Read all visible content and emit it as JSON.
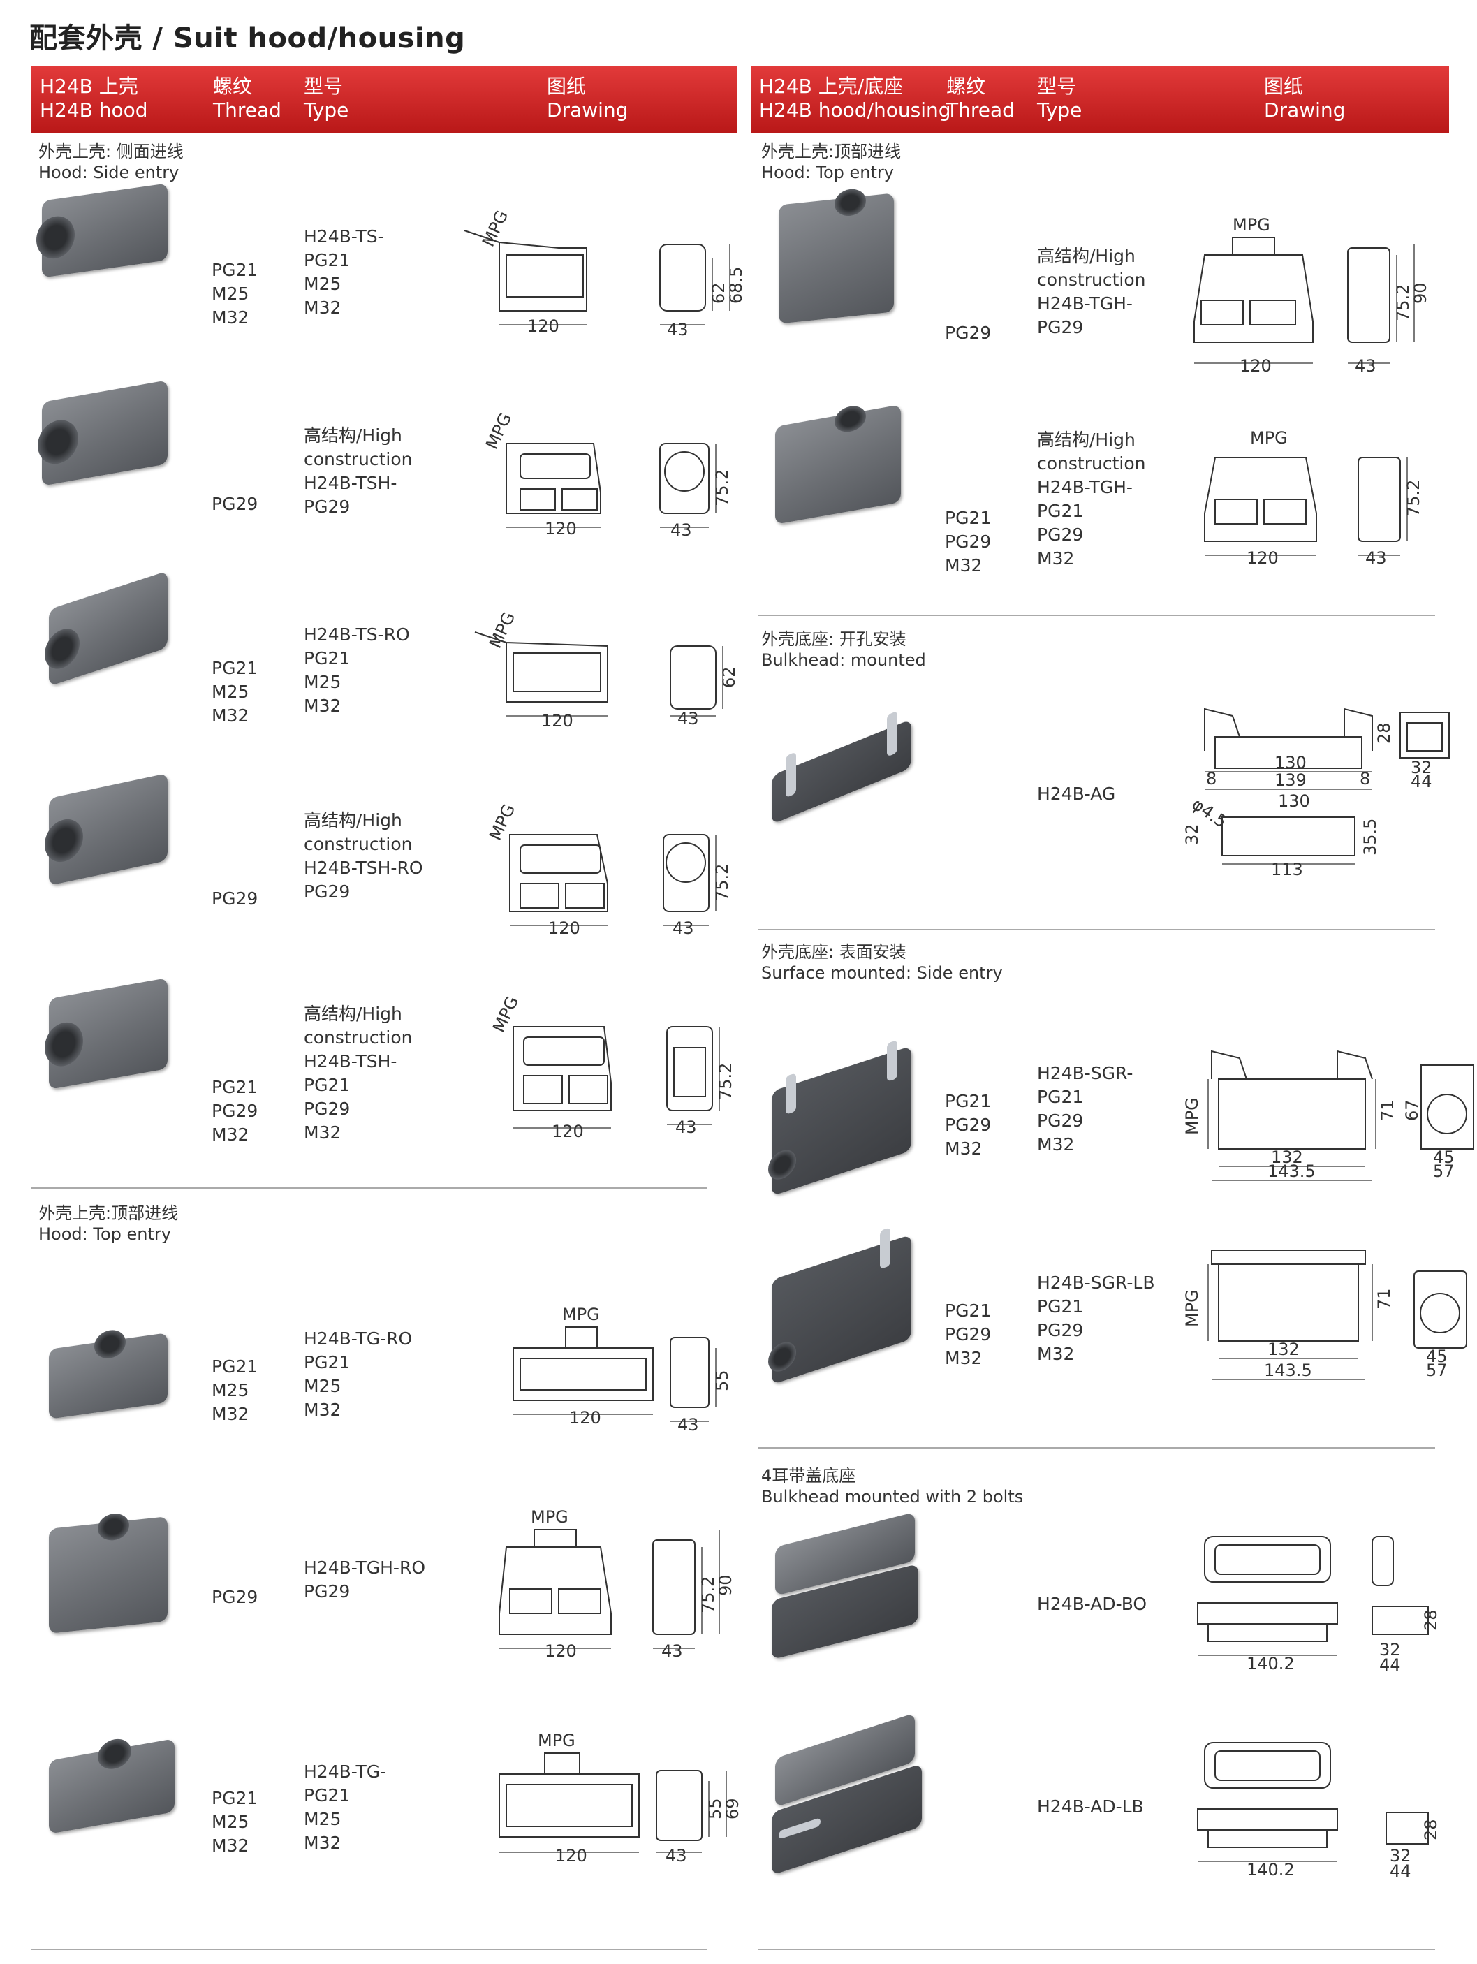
{
  "title": "配套外壳 / Suit hood/housing",
  "left": {
    "header": {
      "series": "H24B 上壳\nH24B hood",
      "thread": "螺纹\nThread",
      "type": "型号\nType",
      "drawing": "图纸\nDrawing"
    },
    "section1": "外壳上壳: 侧面进线\nHood: Side entry",
    "section2": "外壳上壳:顶部进线\nHood: Top entry",
    "rows": [
      {
        "thread": "PG21\nM25\nM32",
        "type": "H24B-TS-\n   PG21\n   M25\n   M32",
        "dims": {
          "mpg": "MPG",
          "w": "120",
          "d": "43",
          "h1": "62",
          "h2": "68.5"
        }
      },
      {
        "thread": "PG29",
        "type": "高结构/High\nconstruction\nH24B-TSH-\n   PG29",
        "dims": {
          "mpg": "MPG",
          "w": "120",
          "d": "43",
          "h1": "75.2"
        }
      },
      {
        "thread": "PG21\nM25\nM32",
        "type": "H24B-TS-RO\n   PG21\n   M25\n   M32",
        "dims": {
          "mpg": "MPG",
          "w": "120",
          "d": "43",
          "h1": "62"
        }
      },
      {
        "thread": "PG29",
        "type": "高结构/High\nconstruction\nH24B-TSH-RO\n   PG29",
        "dims": {
          "mpg": "MPG",
          "w": "120",
          "d": "43",
          "h1": "75.2"
        }
      },
      {
        "thread": "PG21\nPG29\nM32",
        "type": "高结构/High\nconstruction\nH24B-TSH-\n   PG21\n   PG29\n   M32",
        "dims": {
          "mpg": "MPG",
          "w": "120",
          "d": "43",
          "h1": "75.2"
        }
      },
      {
        "thread": "PG21\nM25\nM32",
        "type": "H24B-TG-RO\n   PG21\n   M25\n   M32",
        "dims": {
          "mpg": "MPG",
          "w": "120",
          "d": "43",
          "h1": "55"
        }
      },
      {
        "thread": "PG29",
        "type": "H24B-TGH-RO\n   PG29",
        "dims": {
          "mpg": "MPG",
          "w": "120",
          "d": "43",
          "h1": "75.2",
          "h2": "90"
        }
      },
      {
        "thread": "PG21\nM25\nM32",
        "type": "H24B-TG-\n   PG21\n   M25\n   M32",
        "dims": {
          "mpg": "MPG",
          "w": "120",
          "d": "43",
          "h1": "55",
          "h2": "69"
        }
      }
    ]
  },
  "right": {
    "header": {
      "series": "H24B 上壳/底座\nH24B hood/housing",
      "thread": "螺纹\nThread",
      "type": "型号\nType",
      "drawing": "图纸\nDrawing"
    },
    "section1": "外壳上壳:顶部进线\nHood: Top entry",
    "section2": "外壳底座: 开孔安装\nBulkhead: mounted",
    "section3": "外壳底座: 表面安装\nSurface mounted: Side entry",
    "section4": "4耳带盖底座\nBulkhead mounted with 2 bolts",
    "rows": [
      {
        "thread": "PG29",
        "type": "高结构/High\nconstruction\nH24B-TGH-\n   PG29",
        "dims": {
          "mpg": "MPG",
          "w": "120",
          "d": "43",
          "h1": "75.2",
          "h2": "90"
        }
      },
      {
        "thread": "PG21\nPG29\nM32",
        "type": "高结构/High\nconstruction\nH24B-TGH-\n   PG21\n   PG29\n   M32",
        "dims": {
          "mpg": "MPG",
          "w": "120",
          "d": "43",
          "h1": "75.2"
        }
      },
      {
        "thread": "",
        "type": "H24B-AG",
        "dims": {
          "a": "130",
          "b": "139",
          "c": "8",
          "d8": "8",
          "h": "28",
          "e": "32",
          "f": "44",
          "g": "130",
          "phi": "φ4.5",
          "k": "32",
          "m": "35.5",
          "n": "113"
        }
      },
      {
        "thread": "PG21\nPG29\nM32",
        "type": "H24B-SGR-\n   PG21\n   PG29\n   M32",
        "dims": {
          "mpg": "MPG",
          "a": "132",
          "b": "143.5",
          "h": "71",
          "h2": "67",
          "e": "45",
          "f": "57"
        }
      },
      {
        "thread": "PG21\nPG29\nM32",
        "type": "H24B-SGR-LB\n   PG21\n   PG29\n   M32",
        "dims": {
          "mpg": "MPG",
          "a": "132",
          "b": "143.5",
          "h": "71",
          "e": "45",
          "f": "57"
        }
      },
      {
        "thread": "",
        "type": "H24B-AD-BO",
        "dims": {
          "a": "140.2",
          "e": "32",
          "f": "44",
          "h": "28"
        }
      },
      {
        "thread": "",
        "type": "H24B-AD-LB",
        "dims": {
          "a": "140.2",
          "e": "32",
          "f": "44",
          "h": "28"
        }
      }
    ]
  }
}
